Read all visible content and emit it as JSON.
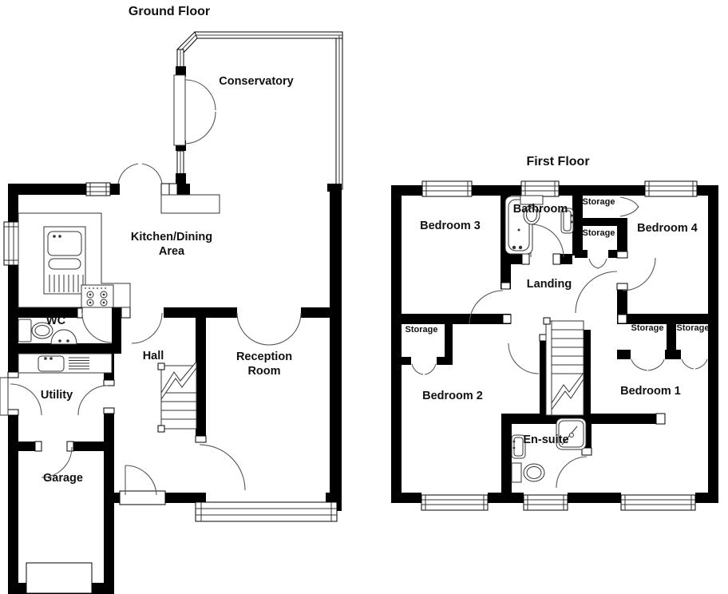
{
  "ground_floor": {
    "title": "Ground Floor",
    "rooms": {
      "conservatory": "Conservatory",
      "kitchen_dining": [
        "Kitchen/Dining",
        "Area"
      ],
      "wc": "WC",
      "hall": "Hall",
      "reception": [
        "Reception",
        "Room"
      ],
      "utility": "Utility",
      "garage": "Garage"
    },
    "fixtures": [
      "kitchen-sink",
      "hob",
      "wc-toilet",
      "wc-basin",
      "utility-sink",
      "stairs",
      "bay-window",
      "garage-door"
    ]
  },
  "first_floor": {
    "title": "First Floor",
    "rooms": {
      "bedroom3": "Bedroom 3",
      "bathroom": "Bathroom",
      "bedroom4": "Bedroom 4",
      "landing": "Landing",
      "bedroom2": "Bedroom 2",
      "bedroom1": "Bedroom 1",
      "ensuite": "En-suite",
      "storage": "Storage"
    },
    "fixtures": [
      "bathtub",
      "toilet",
      "basin",
      "shower",
      "stairs"
    ]
  },
  "colors": {
    "wall": "#000000",
    "background": "#ffffff",
    "text": "#111111"
  }
}
